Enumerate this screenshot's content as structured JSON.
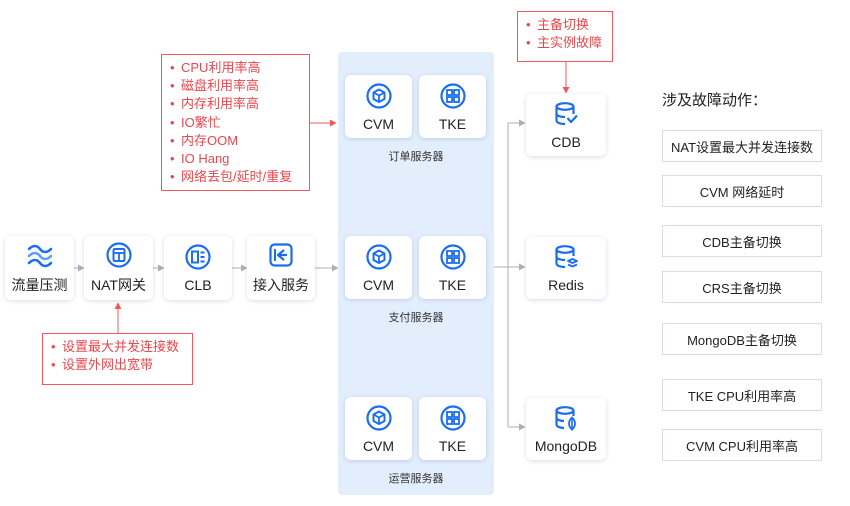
{
  "flow": {
    "traffic": "流量压测",
    "nat": "NAT网关",
    "clb": "CLB",
    "access": "接入服务"
  },
  "groups": [
    {
      "name": "订单服务器",
      "cvm": "CVM",
      "tke": "TKE"
    },
    {
      "name": "支付服务器",
      "cvm": "CVM",
      "tke": "TKE"
    },
    {
      "name": "运营服务器",
      "cvm": "CVM",
      "tke": "TKE"
    }
  ],
  "databases": {
    "cdb": "CDB",
    "redis": "Redis",
    "mongodb": "MongoDB"
  },
  "callouts": {
    "cdb": [
      "主备切换",
      "主实例故障"
    ],
    "server": [
      "CPU利用率高",
      "磁盘利用率高",
      "内存利用率高",
      "IO繁忙",
      "内存OOM",
      "IO Hang",
      "网络丢包/延时/重复"
    ],
    "nat": [
      "设置最大并发连接数",
      "设置外网出宽带"
    ]
  },
  "faults": {
    "title": "涉及故障动作：",
    "items": [
      "NAT设置最大并发连接数",
      "CVM 网络延时",
      "CDB主备切换",
      "CRS主备切换",
      "MongoDB主备切换",
      "TKE CPU利用率高",
      "CVM CPU利用率高"
    ]
  },
  "colors": {
    "icon": "#1a6cf0",
    "accent": "#f0595c",
    "panel": "#e3eefc",
    "wire": "#a9b0ba"
  }
}
